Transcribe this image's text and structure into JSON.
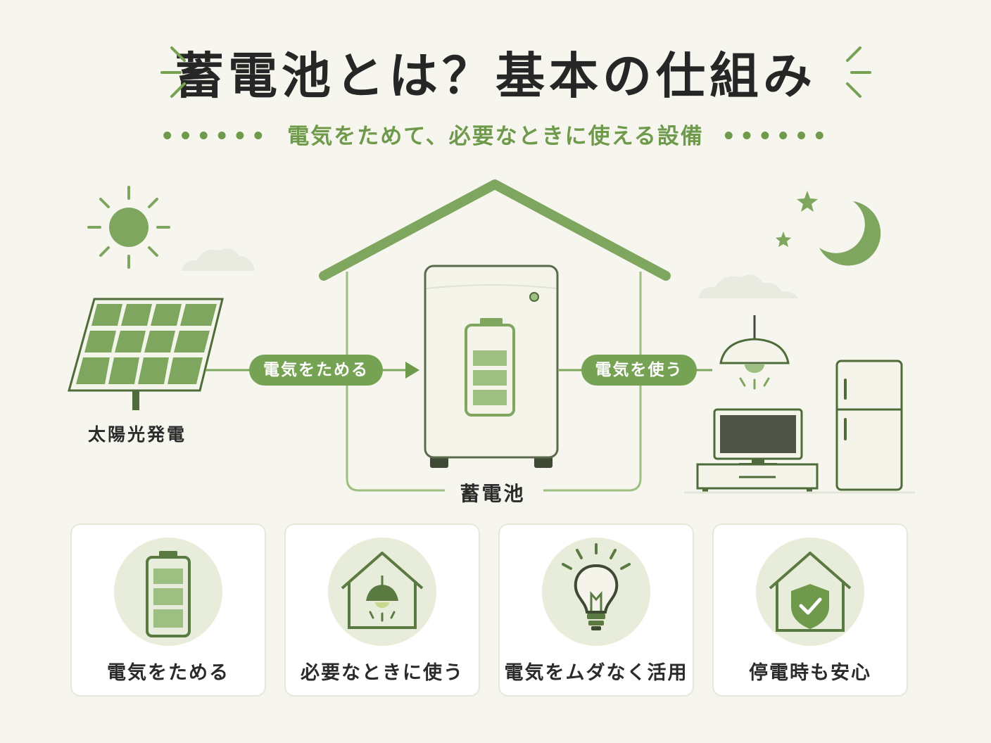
{
  "header": {
    "title": "蓄電池とは？基本の仕組み",
    "subtitle": "電気をためて、必要なときに使える設備",
    "dots": "••••••"
  },
  "diagram": {
    "solar_label": "太陽光発電",
    "store_arrow_label": "電気をためる",
    "use_arrow_label": "電気を使う",
    "battery_label": "蓄電池"
  },
  "cards": [
    {
      "icon": "battery-icon",
      "label": "電気をためる"
    },
    {
      "icon": "house-lamp-icon",
      "label": "必要なときに使う"
    },
    {
      "icon": "light-bulb-icon",
      "label": "電気をムダなく活用"
    },
    {
      "icon": "house-shield-icon",
      "label": "停電時も安心"
    }
  ],
  "colors": {
    "accent": "#76a254",
    "accent_light": "#e7edda",
    "dark_green": "#4f6b3a",
    "background": "#f6f6ee"
  }
}
